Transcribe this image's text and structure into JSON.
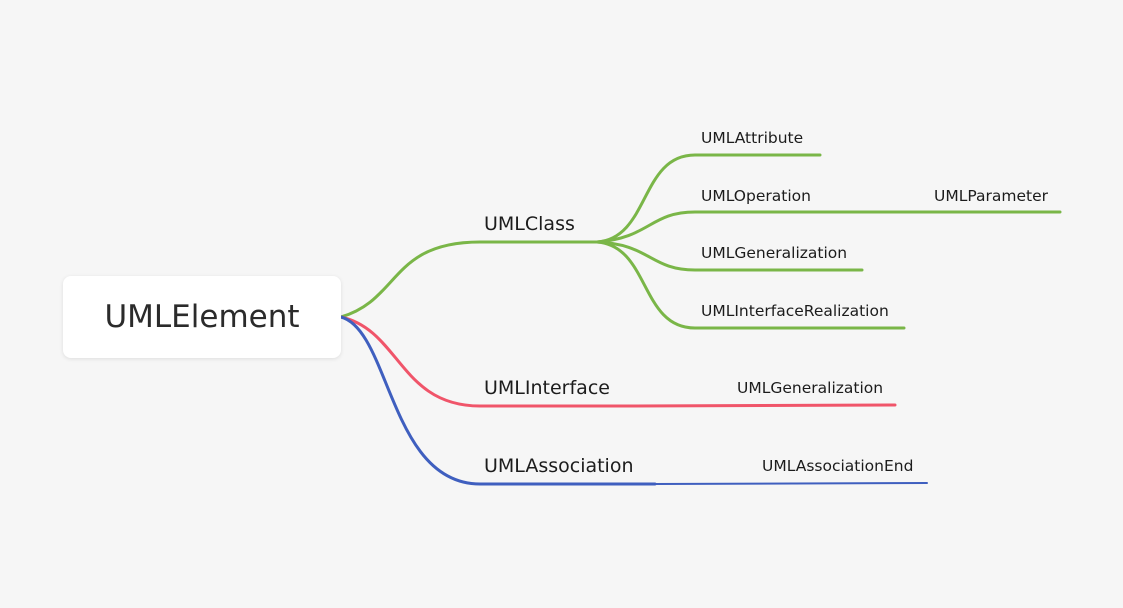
{
  "root": {
    "label": "UMLElement"
  },
  "branches": [
    {
      "id": "class",
      "label": "UMLClass",
      "color": "#7ab648",
      "children": [
        {
          "label": "UMLAttribute"
        },
        {
          "label": "UMLOperation",
          "children": [
            {
              "label": "UMLParameter"
            }
          ]
        },
        {
          "label": "UMLGeneralization"
        },
        {
          "label": "UMLInterfaceRealization"
        }
      ]
    },
    {
      "id": "interface",
      "label": "UMLInterface",
      "color": "#f0556a",
      "children": [
        {
          "label": "UMLGeneralization"
        }
      ]
    },
    {
      "id": "association",
      "label": "UMLAssociation",
      "color": "#3f5fbf",
      "children": [
        {
          "label": "UMLAssociationEnd"
        }
      ]
    }
  ]
}
